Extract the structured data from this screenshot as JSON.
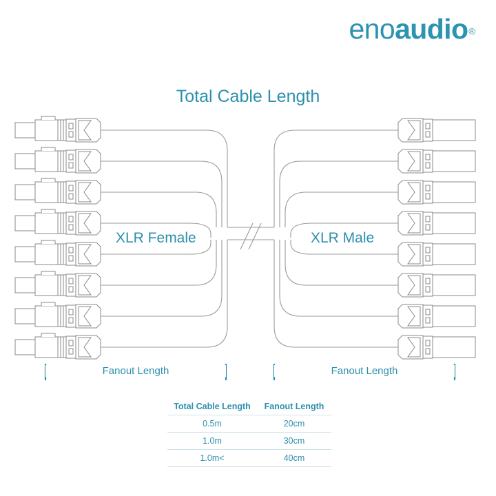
{
  "brand": {
    "name_light": "eno",
    "name_bold": "audio",
    "trademark": "®",
    "color": "#2c93b0"
  },
  "diagram": {
    "total_length_label": "Total Cable Length",
    "fanout_left_label": "Fanout Length",
    "fanout_right_label": "Fanout Length",
    "female_label": "XLR Female",
    "male_label": "XLR Male",
    "channel_count": 8,
    "break_symbol": "double-slash",
    "line_color": "#8a8a8a",
    "dimension_color": "#2c8fad"
  },
  "spec_table": {
    "headers": [
      "Total Cable Length",
      "Fanout Length"
    ],
    "rows": [
      {
        "total": "0.5m",
        "fanout": "20cm"
      },
      {
        "total": "1.0m",
        "fanout": "30cm"
      },
      {
        "total": "1.0m<",
        "fanout": "40cm"
      }
    ]
  }
}
